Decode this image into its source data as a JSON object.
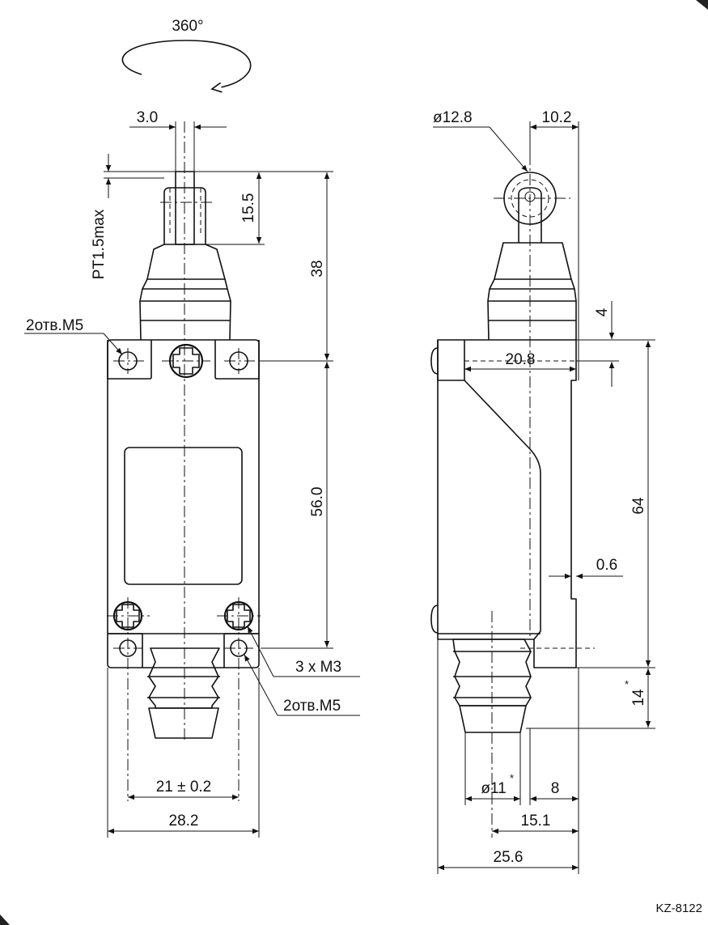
{
  "rotation_label": "360°",
  "front_view": {
    "roller_width": "3.0",
    "pretravel": "PT1.5max",
    "roller_height": "15.5",
    "actuator_height": "38",
    "body_height": "56.0",
    "mount_holes_top": "2отв.M5",
    "screws": "3 x M3",
    "mount_holes_bottom": "2отв.M5",
    "hole_spacing": "21 ± 0.2",
    "body_width": "28.2"
  },
  "side_view": {
    "roller_diameter": "ø12.8",
    "roller_offset": "10.2",
    "flange_thickness": "4",
    "flange_width": "20.8",
    "body_height": "64",
    "plate_thickness": "0.6",
    "gland_length": "14",
    "gland_length_mark": "*",
    "gland_diameter": "ø11",
    "gland_diameter_mark": "*",
    "gland_offset": "8",
    "axis_offset": "15.1",
    "body_depth": "25.6"
  },
  "drawing_code": "KZ-8122"
}
